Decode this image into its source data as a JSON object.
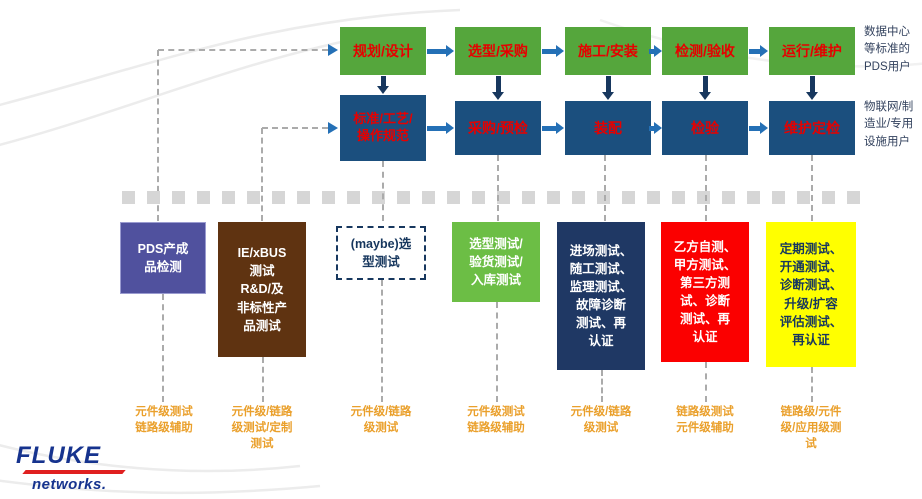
{
  "top_flow": {
    "stages": [
      "规划/设计",
      "选型/采购",
      "施工/安装",
      "检测/验收",
      "运行/维护"
    ]
  },
  "mid_flow": {
    "stages": [
      "标准/工艺/\n操作规范",
      "采购/预检",
      "装配",
      "检验",
      "维护定检"
    ]
  },
  "right_labels": {
    "top": "数据中心\n等标准的\nPDS用户",
    "mid": "物联网/制\n造业/专用\n设施用户"
  },
  "test_boxes": [
    {
      "label": "PDS产成\n品检测"
    },
    {
      "label": "IE/xBUS\n测试\nR&D/及\n非标性产\n品测试"
    },
    {
      "label": "(maybe)选\n型测试"
    },
    {
      "label": "选型测试/\n验货测试/\n入库测试"
    },
    {
      "label": "进场测试、\n随工测试、\n监理测试、\n故障诊断\n测试、再\n认证"
    },
    {
      "label": "乙方自测、\n甲方测试、\n第三方测\n试、诊断\n测试、再\n认证"
    },
    {
      "label": "定期测试、\n开通测试、\n诊断测试、\n升级/扩容\n评估测试、\n再认证"
    }
  ],
  "bottom_labels": [
    "元件级测试\n链路级辅助",
    "元件级/链路\n级测试/定制\n测试",
    "元件级/链路\n级测试",
    "元件级测试\n链路级辅助",
    "元件级/链路\n级测试",
    "链路级测试\n元件级辅助",
    "链路级/元件\n级/应用级测\n试"
  ],
  "logo": {
    "brand": "FLUKE",
    "sub": "networks."
  },
  "colors": {
    "stage_green": "#55a63c",
    "stage_blue": "#1b4f7e",
    "stage_text_red": "#e60000",
    "arrow_blue": "#2470b6",
    "arrow_dark": "#17375e",
    "box_purple": "#50519e",
    "box_brown": "#5f3311",
    "box_green": "#6cbe45",
    "box_navy": "#1f3864",
    "box_red": "#fb0000",
    "box_yellow": "#ffff00",
    "bottom_label_orange": "#eaa02c",
    "logo_blue": "#16338e",
    "logo_red": "#e02020"
  }
}
